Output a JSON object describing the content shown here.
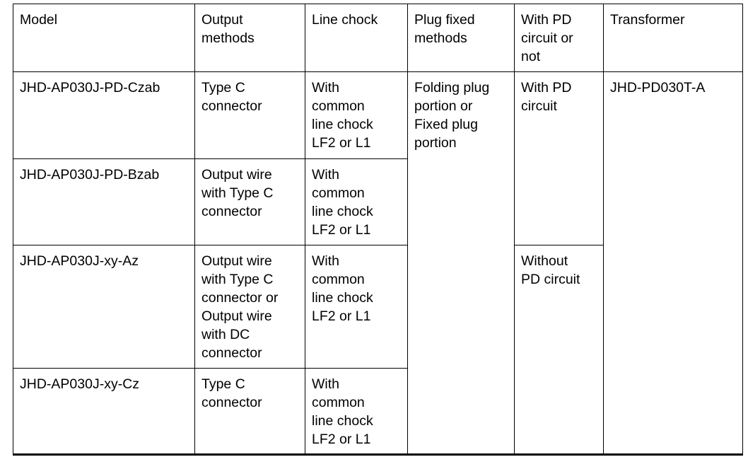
{
  "table": {
    "columns": [
      {
        "key": "model",
        "header": "Model"
      },
      {
        "key": "output_methods",
        "header": "Output\nmethods"
      },
      {
        "key": "line_chock",
        "header": "Line chock"
      },
      {
        "key": "plug_fixed_methods",
        "header": "Plug fixed\nmethods"
      },
      {
        "key": "pd_circuit",
        "header": "With PD\ncircuit or\nnot"
      },
      {
        "key": "transformer",
        "header": "Transformer"
      }
    ],
    "rows": [
      {
        "model": "JHD-AP030J-PD-Czab",
        "output_methods": "Type C\nconnector",
        "line_chock": "With\ncommon\nline chock\nLF2 or L1"
      },
      {
        "model": "JHD-AP030J-PD-Bzab",
        "output_methods": "Output wire\nwith Type C\nconnector",
        "line_chock": "With\ncommon\nline chock\nLF2 or L1"
      },
      {
        "model": "JHD-AP030J-xy-Az",
        "output_methods": "Output wire\nwith Type C\nconnector or\nOutput wire\nwith DC\nconnector",
        "line_chock": "With\ncommon\nline chock\nLF2 or L1"
      },
      {
        "model": "JHD-AP030J-xy-Cz",
        "output_methods": "Type C\nconnector",
        "line_chock": "With\ncommon\nline chock\nLF2 or L1"
      }
    ],
    "merged": {
      "plug_fixed_methods_all": "Folding plug\nportion or\nFixed plug\nportion",
      "pd_circuit_rows_1_2": "With PD\ncircuit",
      "pd_circuit_rows_3_4": "Without\nPD circuit",
      "transformer_all": "JHD-PD030T-A"
    }
  },
  "style": {
    "text_color": "#000000",
    "border_color": "#000000",
    "background": "#ffffff"
  }
}
